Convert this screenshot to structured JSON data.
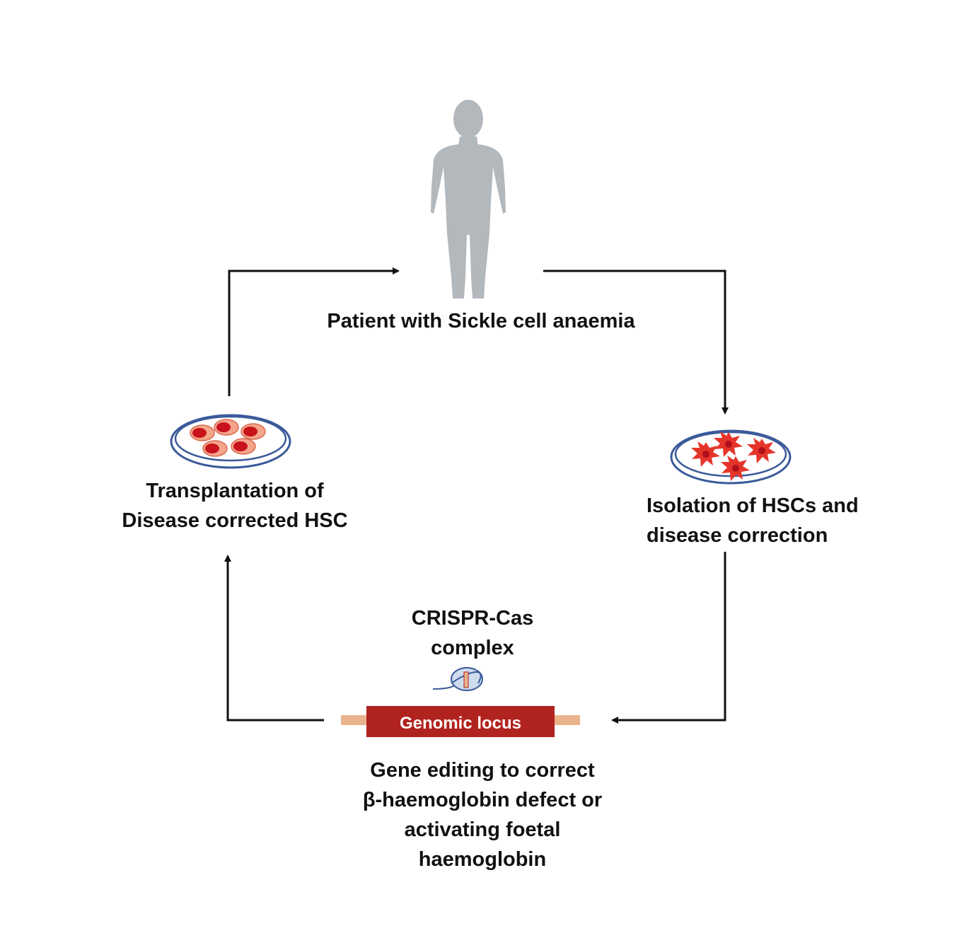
{
  "labels": {
    "patient": "Patient with Sickle cell anaemia",
    "isolation": [
      "Isolation of HSCs and",
      "disease correction"
    ],
    "transplant": [
      "Transplantation of",
      "Disease corrected HSC"
    ],
    "crispr": [
      "CRISPR-Cas",
      "complex"
    ],
    "genomic_locus": "Genomic locus",
    "gene_editing": [
      "Gene editing to correct",
      "β-haemoglobin defect or",
      "activating foetal",
      "haemoglobin"
    ]
  },
  "colors": {
    "silhouette": "#b3b8bd",
    "arrow": "#111111",
    "dish_outline": "#3a5a9a",
    "locus_box": "#b1231f",
    "locus_strand": "#e9b48c",
    "healthy_cell_outer": "#f4a58a",
    "healthy_cell_inner": "#c8121c",
    "sick_cell": "#e5352a"
  },
  "icons": {
    "patient": "human-silhouette-icon",
    "dish_healthy": "petri-dish-healthy-cells-icon",
    "dish_sick": "petri-dish-sickle-cells-icon",
    "crispr": "crispr-cas-complex-icon"
  }
}
